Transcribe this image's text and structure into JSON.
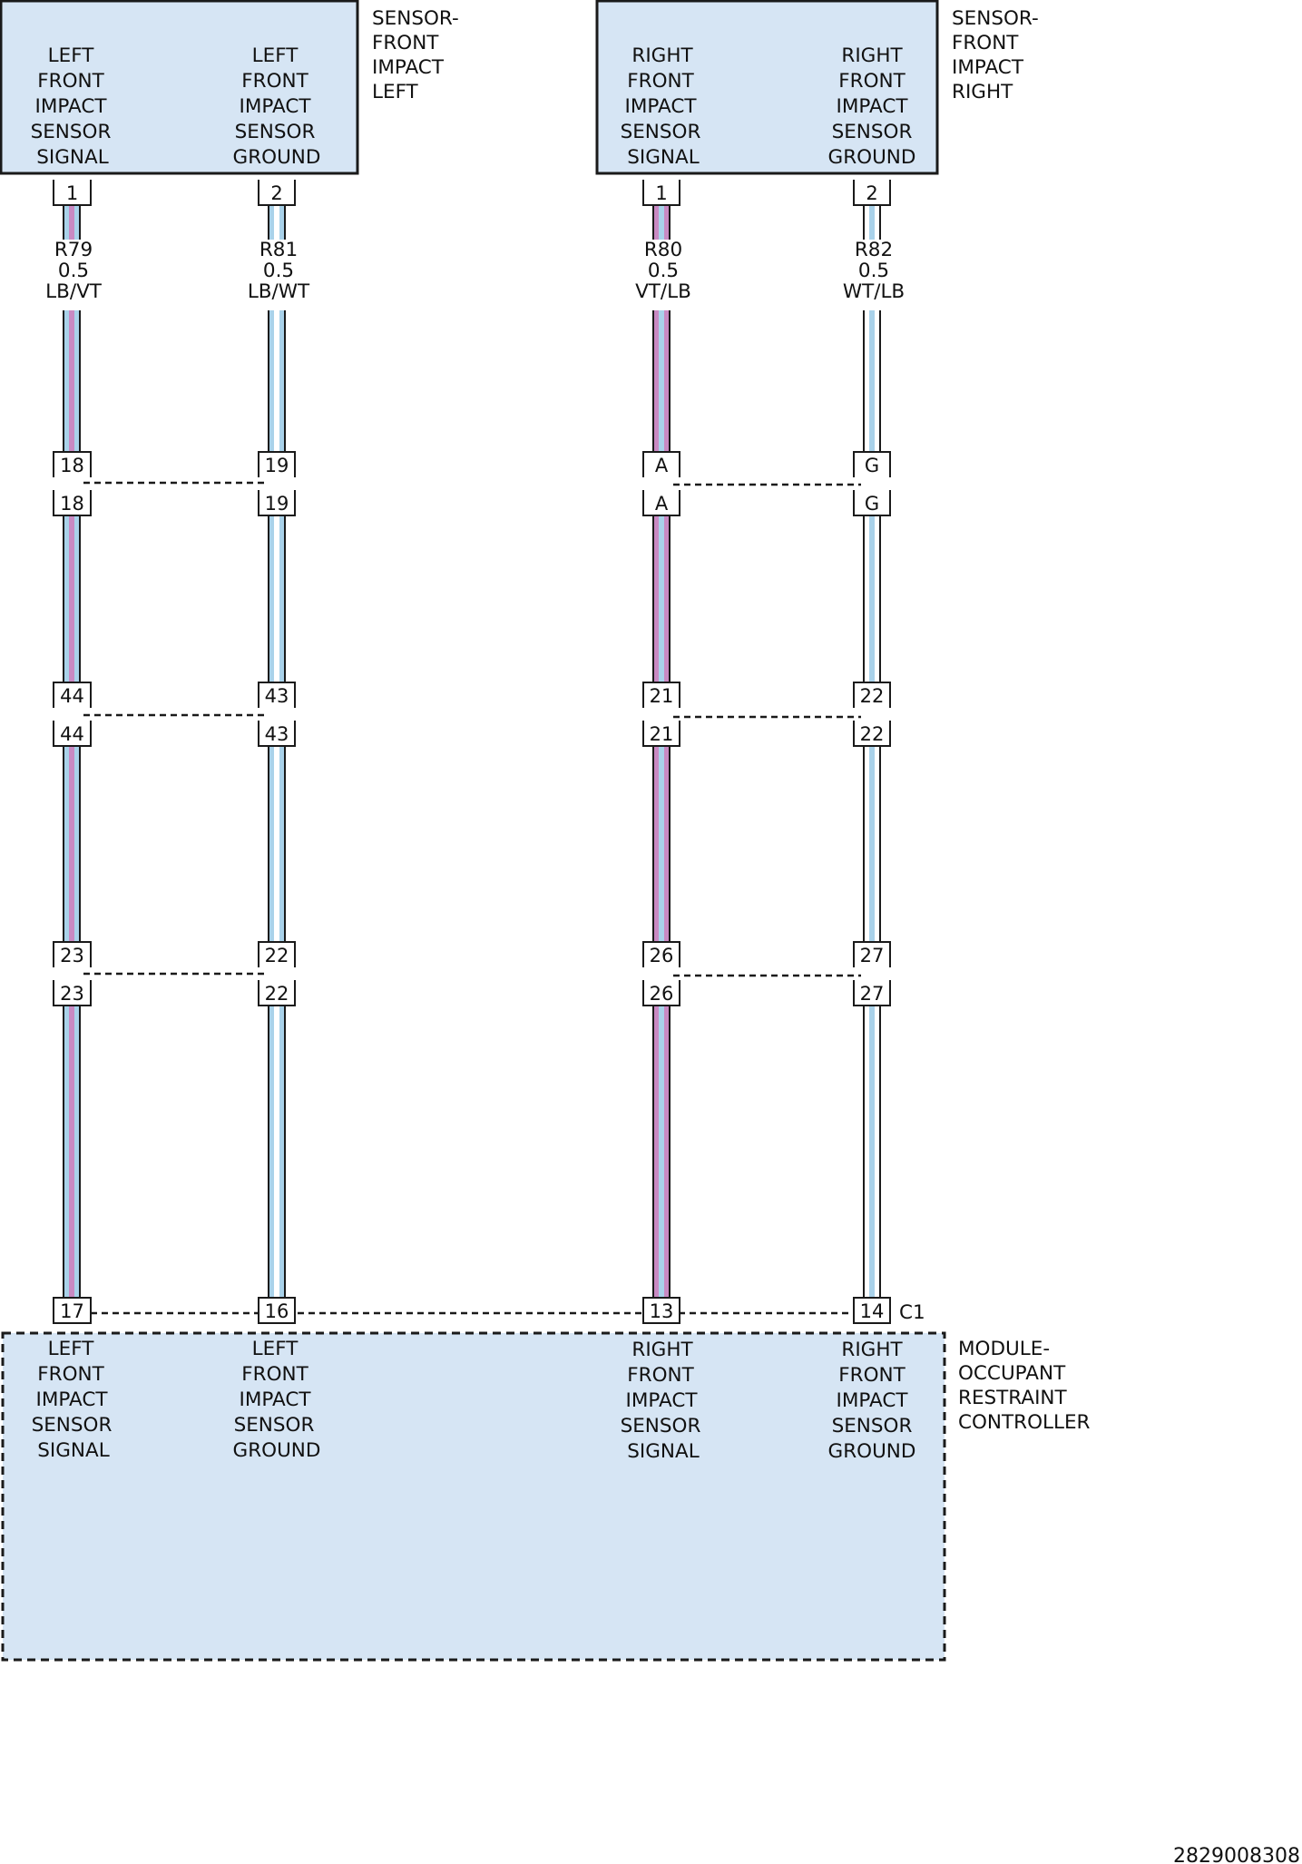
{
  "colors": {
    "component_fill": "#d6e5f4",
    "line": "#1a1a1a",
    "wire_lightblue": "#a9d2ea",
    "wire_violet": "#c98ac3",
    "wire_white": "#ffffff"
  },
  "sensor_left": {
    "name_lines": [
      "SENSOR-",
      "FRONT",
      "IMPACT",
      "LEFT"
    ],
    "pin_a_lines": [
      "LEFT",
      "FRONT",
      "IMPACT",
      "SENSOR",
      "SIGNAL"
    ],
    "pin_b_lines": [
      "LEFT",
      "FRONT",
      "IMPACT",
      "SENSOR",
      "GROUND"
    ]
  },
  "sensor_right": {
    "name_lines": [
      "SENSOR-",
      "FRONT",
      "IMPACT",
      "RIGHT"
    ],
    "pin_a_lines": [
      "RIGHT",
      "FRONT",
      "IMPACT",
      "SENSOR",
      "SIGNAL"
    ],
    "pin_b_lines": [
      "RIGHT",
      "FRONT",
      "IMPACT",
      "SENSOR",
      "GROUND"
    ]
  },
  "module": {
    "name_lines": [
      "MODULE-",
      "OCCUPANT",
      "RESTRAINT",
      "CONTROLLER"
    ],
    "connector": "C1",
    "pins": [
      {
        "label_lines": [
          "LEFT",
          "FRONT",
          "IMPACT",
          "SENSOR",
          "SIGNAL"
        ]
      },
      {
        "label_lines": [
          "LEFT",
          "FRONT",
          "IMPACT",
          "SENSOR",
          "GROUND"
        ]
      },
      {
        "label_lines": [
          "RIGHT",
          "FRONT",
          "IMPACT",
          "SENSOR",
          "SIGNAL"
        ]
      },
      {
        "label_lines": [
          "RIGHT",
          "FRONT",
          "IMPACT",
          "SENSOR",
          "GROUND"
        ]
      }
    ]
  },
  "circuits": [
    {
      "id": "R79",
      "gauge": "0.5",
      "color_code": "LB/VT",
      "base": "lightblue",
      "stripe": "violet",
      "pins": [
        "1",
        "18",
        "18",
        "44",
        "44",
        "23",
        "23",
        "17"
      ]
    },
    {
      "id": "R81",
      "gauge": "0.5",
      "color_code": "LB/WT",
      "base": "lightblue",
      "stripe": "white",
      "pins": [
        "2",
        "19",
        "19",
        "43",
        "43",
        "22",
        "22",
        "16"
      ]
    },
    {
      "id": "R80",
      "gauge": "0.5",
      "color_code": "VT/LB",
      "base": "violet",
      "stripe": "lightblue",
      "pins": [
        "1",
        "A",
        "A",
        "21",
        "21",
        "26",
        "26",
        "13"
      ]
    },
    {
      "id": "R82",
      "gauge": "0.5",
      "color_code": "WT/LB",
      "base": "white",
      "stripe": "lightblue",
      "pins": [
        "2",
        "G",
        "G",
        "22",
        "22",
        "27",
        "27",
        "14"
      ]
    }
  ],
  "figure_code": "2829008308"
}
